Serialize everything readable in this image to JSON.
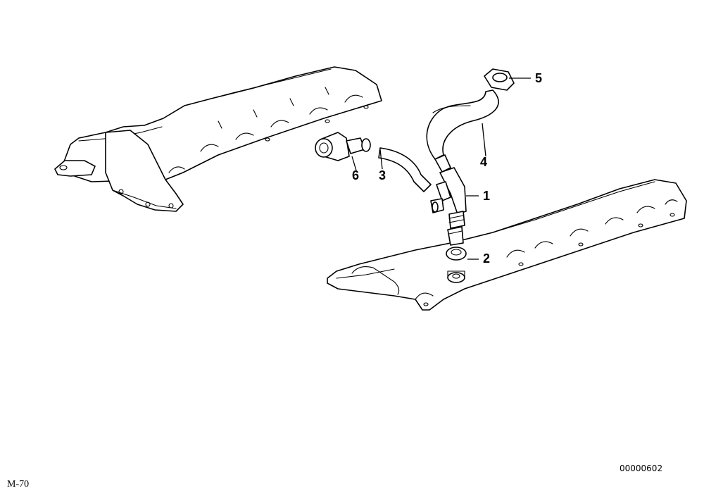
{
  "diagram": {
    "callouts": [
      {
        "id": "1",
        "label": "1"
      },
      {
        "id": "2",
        "label": "2"
      },
      {
        "id": "3",
        "label": "3"
      },
      {
        "id": "4",
        "label": "4"
      },
      {
        "id": "5",
        "label": "5"
      },
      {
        "id": "6",
        "label": "6"
      }
    ],
    "drawing_number": "00000602",
    "sheet_code": "M-70"
  }
}
